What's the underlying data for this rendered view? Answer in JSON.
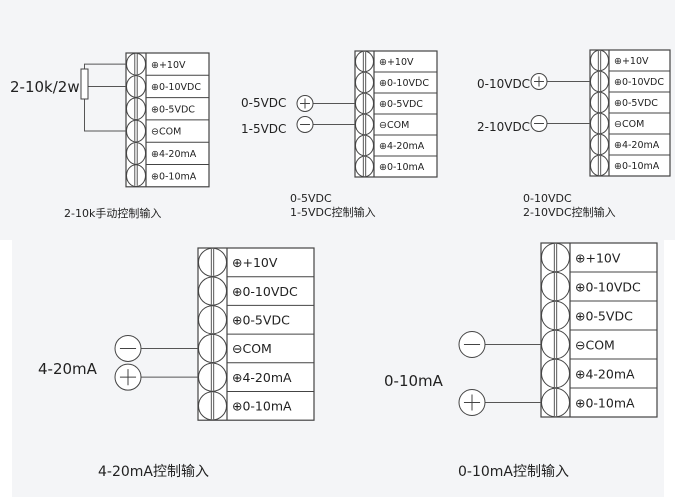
{
  "terminal_labels": [
    "⊕+10V",
    "⊕0-10VDC",
    "⊕0-5VDC",
    "⊖COM",
    "⊕4-20mA",
    "⊕0-10mA"
  ],
  "diagrams": [
    {
      "id": "pot",
      "input_labels": [
        "2-10k/2w"
      ],
      "caption_lines": [
        "2-10k手动控制输入"
      ],
      "connections": [
        {
          "from": "potentiometer-end-top",
          "to_terminal": "+10V"
        },
        {
          "from": "potentiometer-wiper",
          "to_terminal": "0-10VDC"
        },
        {
          "from": "potentiometer-end-bottom",
          "to_terminal": "COM"
        }
      ]
    },
    {
      "id": "v5",
      "input_labels": [
        "0-5VDC",
        "1-5VDC"
      ],
      "caption_lines": [
        "0-5VDC",
        "1-5VDC控制输入"
      ],
      "connections": [
        {
          "from": "positive",
          "to_terminal": "0-5VDC"
        },
        {
          "from": "negative",
          "to_terminal": "COM"
        }
      ]
    },
    {
      "id": "v10",
      "input_labels": [
        "0-10VDC",
        "2-10VDC"
      ],
      "caption_lines": [
        "0-10VDC",
        "2-10VDC控制输入"
      ],
      "connections": [
        {
          "from": "positive",
          "to_terminal": "0-10VDC"
        },
        {
          "from": "negative",
          "to_terminal": "COM"
        }
      ]
    },
    {
      "id": "ma420",
      "input_labels": [
        "4-20mA"
      ],
      "caption_lines": [
        "4-20mA控制输入"
      ],
      "connections": [
        {
          "from": "negative",
          "to_terminal": "COM"
        },
        {
          "from": "positive",
          "to_terminal": "4-20mA"
        }
      ]
    },
    {
      "id": "ma010",
      "input_labels": [
        "0-10mA"
      ],
      "caption_lines": [
        "0-10mA控制输入"
      ],
      "connections": [
        {
          "from": "negative",
          "to_terminal": "COM"
        },
        {
          "from": "positive",
          "to_terminal": "0-10mA"
        }
      ]
    }
  ],
  "colors": {
    "line": "#444444",
    "wire": "#555555",
    "background": "#f4f5f7"
  }
}
